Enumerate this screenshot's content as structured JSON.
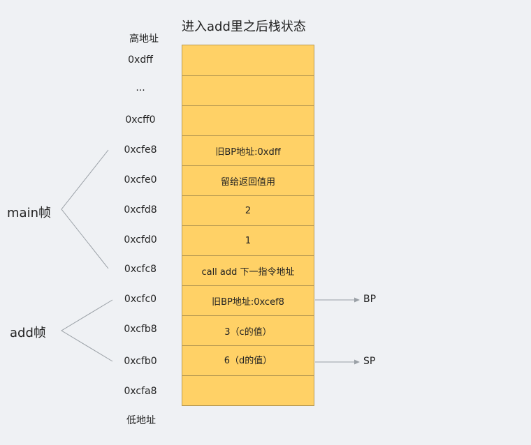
{
  "title": "进入add里之后栈状态",
  "high_address_label": "高地址",
  "low_address_label": "低地址",
  "addresses": [
    "0xdff",
    "...",
    "0xcff0",
    "0xcfe8",
    "0xcfe0",
    "0xcfd8",
    "0xcfd0",
    "0xcfc8",
    "0xcfc0",
    "0xcfb8",
    "0xcfb0",
    "0xcfa8"
  ],
  "cells": [
    "",
    "",
    "",
    "旧BP地址:0xdff",
    "留给返回值用",
    "2",
    "1",
    "call add 下一指令地址",
    "旧BP地址:0xcef8",
    "3（c的值）",
    "6（d的值）",
    ""
  ],
  "frames": {
    "main": "main帧",
    "add": "add帧"
  },
  "pointers": {
    "bp": "BP",
    "sp": "SP"
  },
  "colors": {
    "stack_fill": "#ffd166",
    "background": "#eff1f4",
    "line": "#9aa0a6"
  }
}
